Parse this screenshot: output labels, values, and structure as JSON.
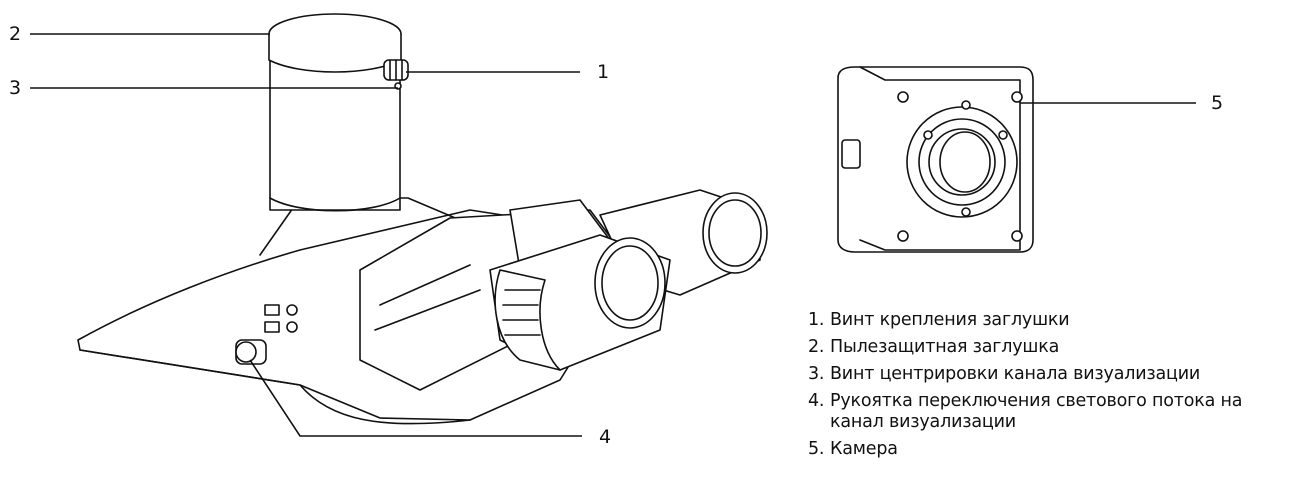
{
  "callouts": [
    {
      "id": "1",
      "label": "1"
    },
    {
      "id": "2",
      "label": "2"
    },
    {
      "id": "3",
      "label": "3"
    },
    {
      "id": "4",
      "label": "4"
    },
    {
      "id": "5",
      "label": "5"
    }
  ],
  "legend": [
    {
      "num": "1.",
      "text": "Винт крепления заглушки"
    },
    {
      "num": "2.",
      "text": "Пылезащитная заглушка"
    },
    {
      "num": "3.",
      "text": "Винт центрировки канала визуализации"
    },
    {
      "num": "4.",
      "text": "Рукоятка переключения светового потока на канал визуализации"
    },
    {
      "num": "5.",
      "text": "Камера"
    }
  ]
}
